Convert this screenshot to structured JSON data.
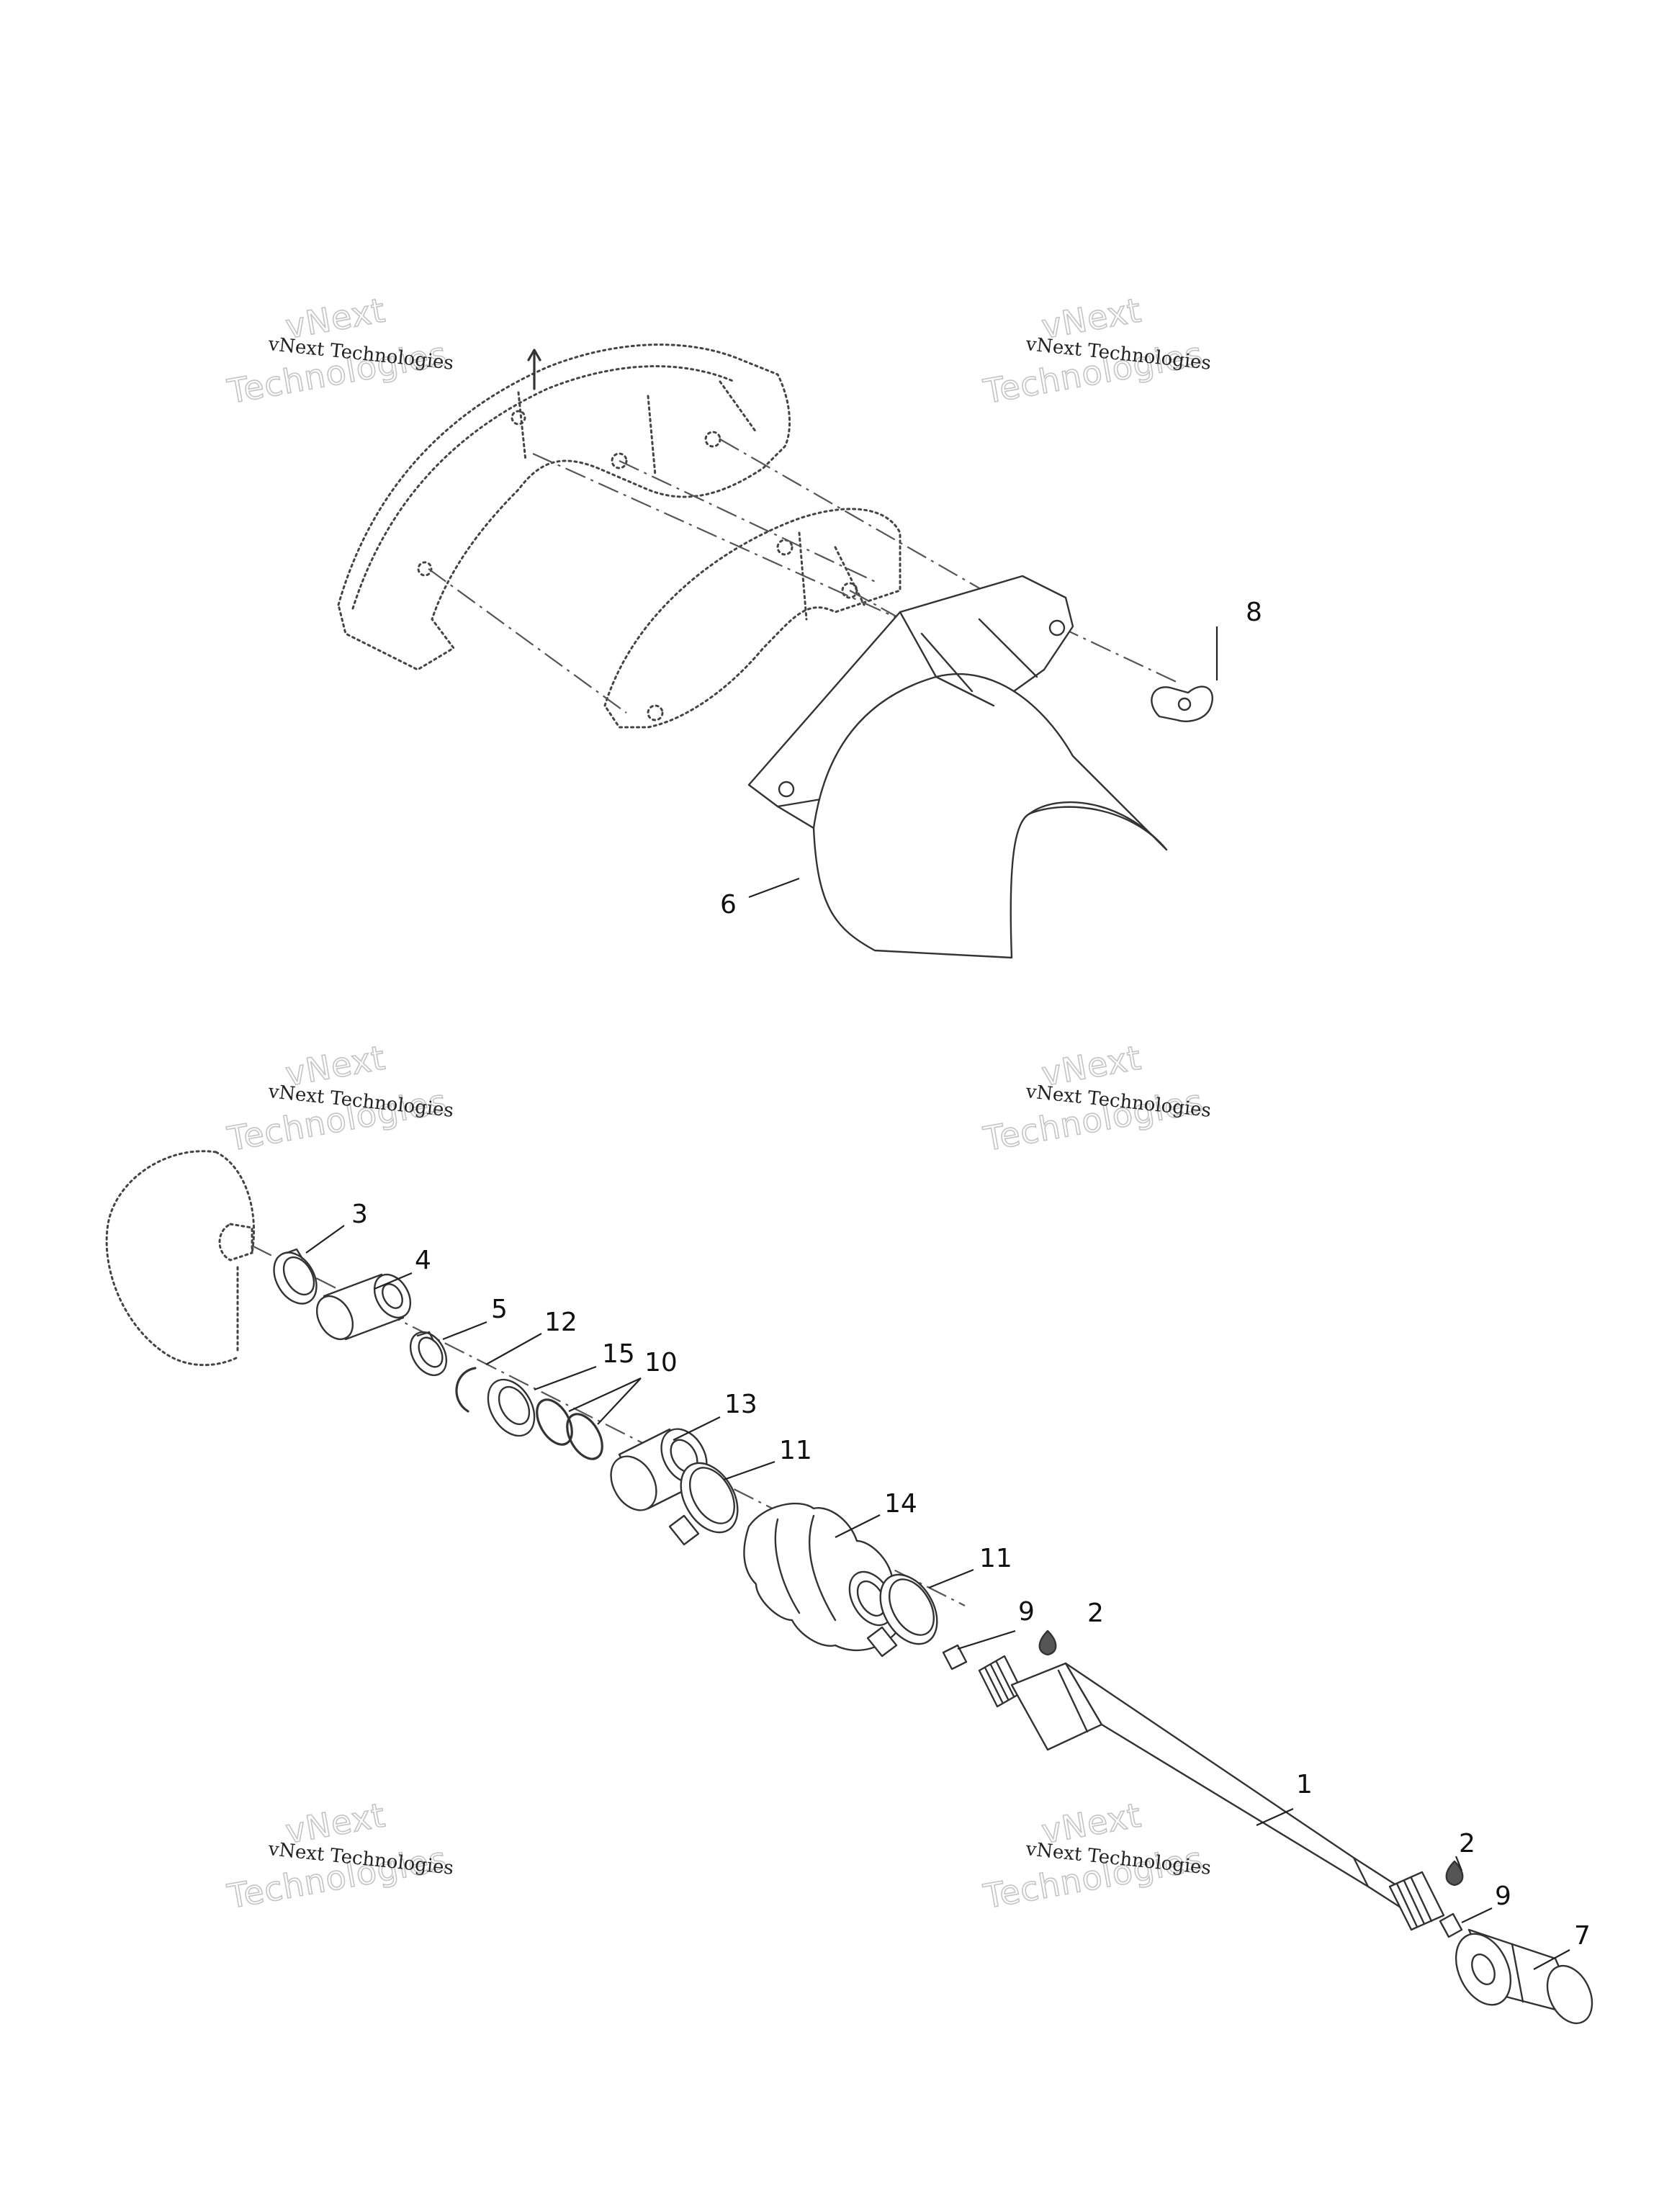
{
  "watermark": {
    "brand_small": "vNext Technologies",
    "brand_word_1": "vNext",
    "brand_word_2": "Technologies"
  },
  "callouts": [
    {
      "id": "c-8",
      "label": "8"
    },
    {
      "id": "c-6",
      "label": "6"
    },
    {
      "id": "c-3",
      "label": "3"
    },
    {
      "id": "c-4",
      "label": "4"
    },
    {
      "id": "c-5",
      "label": "5"
    },
    {
      "id": "c-12",
      "label": "12"
    },
    {
      "id": "c-15",
      "label": "15"
    },
    {
      "id": "c-10",
      "label": "10"
    },
    {
      "id": "c-13",
      "label": "13"
    },
    {
      "id": "c-11a",
      "label": "11"
    },
    {
      "id": "c-14",
      "label": "14"
    },
    {
      "id": "c-11b",
      "label": "11"
    },
    {
      "id": "c-9a",
      "label": "9"
    },
    {
      "id": "c-2a",
      "label": "2"
    },
    {
      "id": "c-1",
      "label": "1"
    },
    {
      "id": "c-2b",
      "label": "2"
    },
    {
      "id": "c-9b",
      "label": "9"
    },
    {
      "id": "c-7",
      "label": "7"
    }
  ]
}
